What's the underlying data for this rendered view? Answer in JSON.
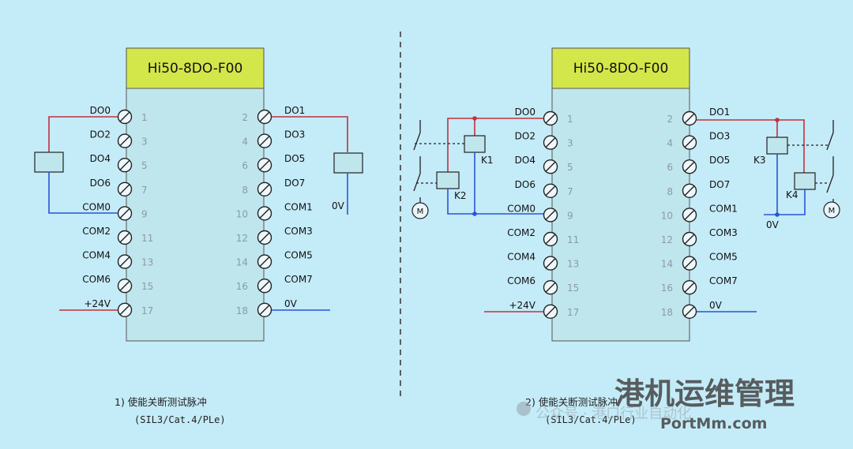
{
  "panels": [
    {
      "module_label": "Hi50-8DO-F00",
      "left_signals": [
        "DO0",
        "DO2",
        "DO4",
        "DO6",
        "COM0",
        "COM2",
        "COM4",
        "COM6",
        "+24V"
      ],
      "left_numbers": [
        "1",
        "3",
        "5",
        "7",
        "9",
        "11",
        "13",
        "15",
        "17"
      ],
      "right_numbers": [
        "2",
        "4",
        "6",
        "8",
        "10",
        "12",
        "14",
        "16",
        "18"
      ],
      "right_signals": [
        "DO1",
        "DO3",
        "DO5",
        "DO7",
        "COM1",
        "COM3",
        "COM5",
        "COM7",
        "0V"
      ],
      "right_load_label": "0V",
      "caption_line1": "1) 使能关断测试脉冲",
      "caption_line2": "(SIL3/Cat.4/PLe)"
    },
    {
      "module_label": "Hi50-8DO-F00",
      "left_signals": [
        "DO0",
        "DO2",
        "DO4",
        "DO6",
        "COM0",
        "COM2",
        "COM4",
        "COM6",
        "+24V"
      ],
      "left_numbers": [
        "1",
        "3",
        "5",
        "7",
        "9",
        "11",
        "13",
        "15",
        "17"
      ],
      "right_numbers": [
        "2",
        "4",
        "6",
        "8",
        "10",
        "12",
        "14",
        "16",
        "18"
      ],
      "right_signals": [
        "DO1",
        "DO3",
        "DO5",
        "DO7",
        "COM1",
        "COM3",
        "COM5",
        "COM7",
        "0V"
      ],
      "relays": [
        "K1",
        "K2",
        "K3",
        "K4"
      ],
      "motor_symbol": "M",
      "right_load_label": "0V",
      "caption_line1": "2) 使能关断测试脉冲",
      "caption_line2": "(SIL3/Cat.4/PLe)"
    }
  ],
  "watermark": {
    "title": "港机运维管理",
    "url": "PortMm.com",
    "faint_text": "公众号 · 港口行业自动化"
  },
  "colors": {
    "background": "#c4ebf8",
    "module_body": "#bfe6ec",
    "module_header": "#d3e64a",
    "wire_red": "#c0323c",
    "wire_blue": "#2a55d8"
  }
}
